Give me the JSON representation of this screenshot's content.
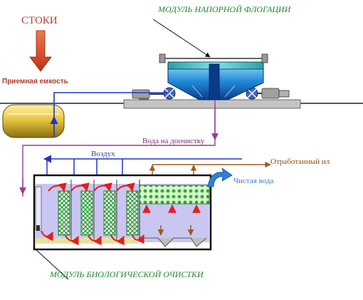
{
  "labels": {
    "sewage": "СТОКИ",
    "flotation_module": "МОДУЛЬ НАПОРНОЙ ФЛОГАЦИИ",
    "receiving_tank": "Приемная емкость",
    "water_post_treatment": "Вода на доочистку",
    "air": "Воздух",
    "waste_sludge": "Отработанный ил",
    "clean_water": "Чистая вода",
    "bio_module": "МОДУЛЬ БИОЛОГИЧЕСКОЙ ОЧИСТКИ"
  },
  "colors": {
    "inflow_arrow": "#d4451f",
    "water_line": "#2233cc",
    "post_treatment_line": "#9a3b8f",
    "sludge_line": "#a05a1c",
    "circulation": "#e02020",
    "clean_water_arrow": "#2f7fd6",
    "tank_body": "#d8b93a",
    "flotation_vessel": "#1f7fc9",
    "media_fill": "#3cb043",
    "basin_water": "#c9c6f2",
    "ground": "#bcbcbc"
  }
}
